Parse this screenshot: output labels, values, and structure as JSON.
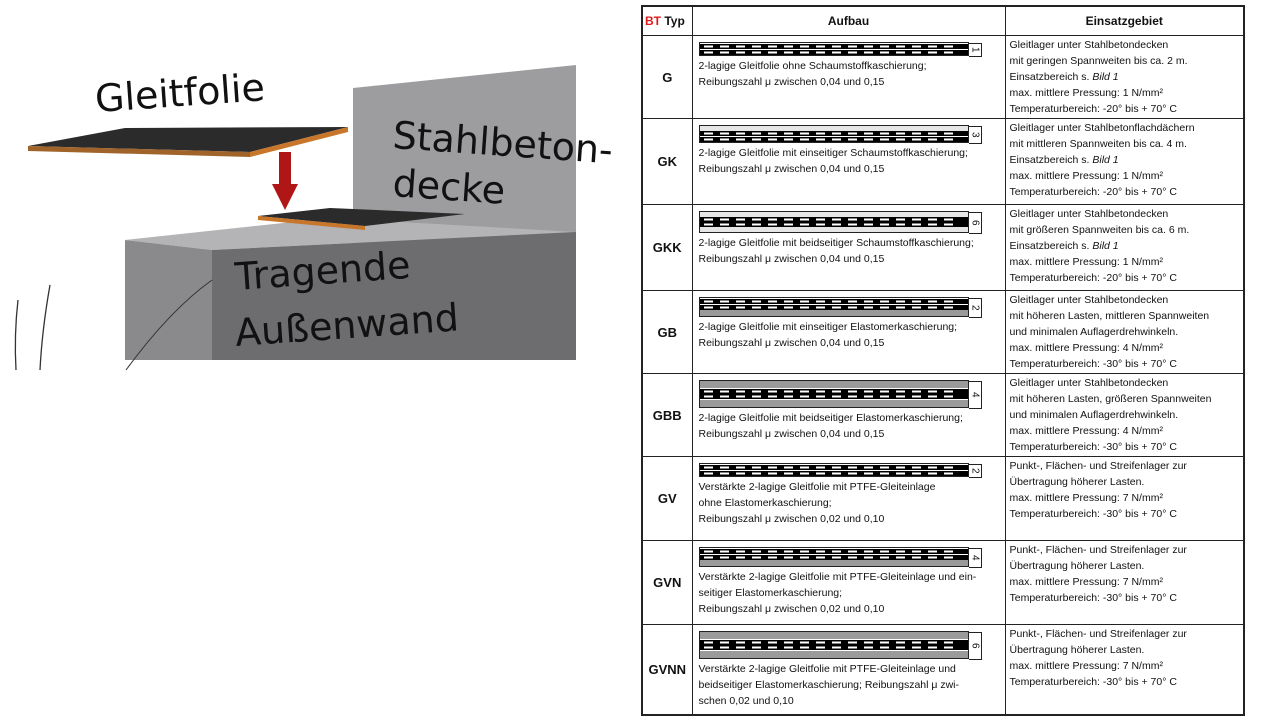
{
  "illustration": {
    "label_gleitfolie": "Gleitfolie",
    "label_stahlbeton_1": "Stahlbeton-",
    "label_stahlbeton_2": "decke",
    "label_tragende": "Tragende",
    "label_aussenwand": "Außenwand",
    "colors": {
      "wall_front": "#6d6d70",
      "wall_top": "#9a9a9d",
      "slab": "#9d9da0",
      "foil": "#2b2b2b",
      "foil_edge": "#c8762a",
      "arrow": "#b01616"
    }
  },
  "table": {
    "headers": {
      "bt": "BT",
      "typ": "Typ",
      "aufbau": "Aufbau",
      "einsatz": "Einsatzgebiet"
    },
    "rows": [
      {
        "typ": "G",
        "num": "1",
        "aufbau": [
          "2-lagige Gleitfolie ohne Schaumstoffkaschierung;",
          "Reibungszahl μ zwischen 0,04 und 0,15"
        ],
        "einsatz": [
          "Gleitlager unter Stahlbetondecken",
          "mit geringen Spannweiten bis ca. 2 m.",
          "Einsatzbereich s. Bild 1",
          "max. mittlere Pressung: 1 N/mm²",
          "Temperaturbereich: -20° bis + 70° C"
        ]
      },
      {
        "typ": "GK",
        "num": "3",
        "aufbau": [
          "2-lagige Gleitfolie mit einseitiger Schaumstoffkaschierung;",
          "Reibungszahl μ zwischen 0,04 und 0,15"
        ],
        "einsatz": [
          "Gleitlager unter Stahlbetonflachdächern",
          "mit mittleren Spannweiten bis ca. 4 m.",
          "Einsatzbereich s. Bild 1",
          "max. mittlere Pressung: 1 N/mm²",
          "Temperaturbereich: -20° bis + 70° C"
        ]
      },
      {
        "typ": "GKK",
        "num": "6",
        "aufbau": [
          "2-lagige Gleitfolie mit beidseitiger Schaumstoffkaschierung;",
          "Reibungszahl μ zwischen 0,04 und 0,15"
        ],
        "einsatz": [
          "Gleitlager unter Stahlbetondecken",
          "mit größeren Spannweiten bis ca. 6 m.",
          "Einsatzbereich s. Bild 1",
          "max. mittlere Pressung: 1 N/mm²",
          "Temperaturbereich: -20° bis + 70° C"
        ]
      },
      {
        "typ": "GB",
        "num": "2",
        "aufbau": [
          "2-lagige Gleitfolie mit einseitiger Elastomerkaschierung;",
          "Reibungszahl μ zwischen 0,04 und 0,15"
        ],
        "einsatz": [
          "Gleitlager unter Stahlbetondecken",
          "mit höheren Lasten, mittleren Spannweiten",
          "und minimalen Auflagerdrehwinkeln.",
          "max. mittlere Pressung: 4 N/mm²",
          "Temperaturbereich: -30° bis + 70° C"
        ]
      },
      {
        "typ": "GBB",
        "num": "4",
        "aufbau": [
          "2-lagige Gleitfolie mit beidseitiger Elastomerkaschierung;",
          "Reibungszahl μ zwischen 0,04 und 0,15"
        ],
        "einsatz": [
          "Gleitlager unter Stahlbetondecken",
          "mit höheren Lasten, größeren Spannweiten",
          "und minimalen Auflagerdrehwinkeln.",
          "max. mittlere Pressung: 4 N/mm²",
          "Temperaturbereich: -30° bis + 70° C"
        ]
      },
      {
        "typ": "GV",
        "num": "2",
        "aufbau": [
          "Verstärkte 2-lagige Gleitfolie mit PTFE-Gleiteinlage",
          "ohne Elastomerkaschierung;",
          "Reibungszahl μ zwischen 0,02 und 0,10"
        ],
        "einsatz": [
          "Punkt-, Flächen- und Streifenlager zur",
          "Übertragung höherer Lasten.",
          "max. mittlere Pressung: 7 N/mm²",
          "Temperaturbereich: -30° bis + 70° C"
        ]
      },
      {
        "typ": "GVN",
        "num": "4",
        "aufbau": [
          "Verstärkte 2-lagige Gleitfolie mit PTFE-Gleiteinlage und ein-",
          "seitiger Elastomerkaschierung;",
          "Reibungszahl μ zwischen 0,02 und 0,10"
        ],
        "einsatz": [
          "Punkt-, Flächen- und Streifenlager zur",
          "Übertragung höherer Lasten.",
          "max. mittlere Pressung: 7 N/mm²",
          "Temperaturbereich: -30° bis + 70° C"
        ]
      },
      {
        "typ": "GVNN",
        "num": "6",
        "aufbau": [
          "Verstärkte 2-lagige Gleitfolie mit PTFE-Gleiteinlage und",
          "beidseitiger Elastomerkaschierung; Reibungszahl μ zwi-",
          "schen 0,02 und 0,10"
        ],
        "einsatz": [
          "Punkt-, Flächen- und Streifenlager zur",
          "Übertragung höherer Lasten.",
          "max. mittlere Pressung: 7 N/mm²",
          "Temperaturbereich: -30° bis + 70° C"
        ]
      }
    ]
  }
}
